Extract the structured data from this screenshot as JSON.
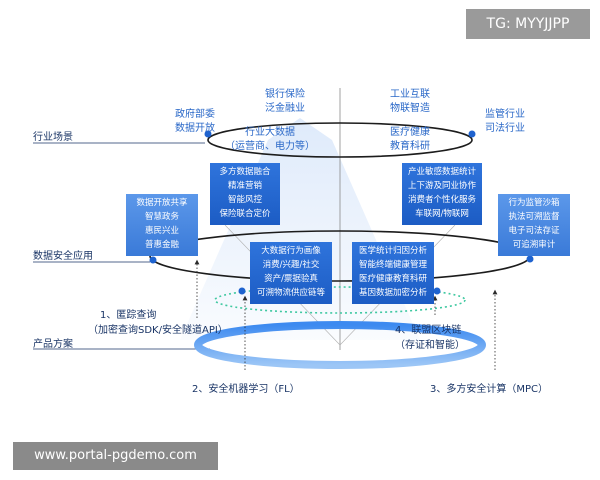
{
  "watermark_top": "TG: MYYJJPP",
  "watermark_bottom": "www.portal-pgdemo.com",
  "layers": {
    "industry": "行业场景",
    "application": "数据安全应用",
    "product": "产品方案"
  },
  "industries": {
    "gov": [
      "政府部委",
      "数据开放"
    ],
    "bank": [
      "银行保险",
      "泛金融业"
    ],
    "iot": [
      "工业互联",
      "物联智造"
    ],
    "regulator": [
      "监管行业",
      "司法行业"
    ],
    "bigdata": [
      "行业大数据",
      "（运营商、电力等）"
    ],
    "medical": [
      "医疗健康",
      "教育科研"
    ]
  },
  "boxes": {
    "left_outer": [
      "数据开放共享",
      "智慧政务",
      "惠民兴业",
      "普惠金融"
    ],
    "left_upper": [
      "多方数据融合",
      "精准营销",
      "智能风控",
      "保险联合定价"
    ],
    "left_lower": [
      "大数据行为画像",
      "消费/兴趣/社交",
      "资产/票据验真",
      "可溯物流供应链等"
    ],
    "right_upper": [
      "产业敏感数据统计",
      "上下游及同业协作",
      "消费者个性化服务",
      "车联网/物联网"
    ],
    "right_lower": [
      "医学统计归因分析",
      "智能终端健康管理",
      "医疗健康教育科研",
      "基因数据加密分析"
    ],
    "right_outer": [
      "行为监管沙箱",
      "执法可溯监督",
      "电子司法存证",
      "可追溯审计"
    ]
  },
  "products": {
    "p1": [
      "1、匿踪查询",
      "（加密查询SDK/安全隧道API）"
    ],
    "p2": "2、安全机器学习（FL）",
    "p3": "3、多方安全计算（MPC）",
    "p4": [
      "4、联盟区块链",
      "（存证和智能）"
    ]
  },
  "colors": {
    "primary": "#1f63cf",
    "light": "#5a95e8",
    "ring": "#2f7be6",
    "text": "#1a3566"
  }
}
